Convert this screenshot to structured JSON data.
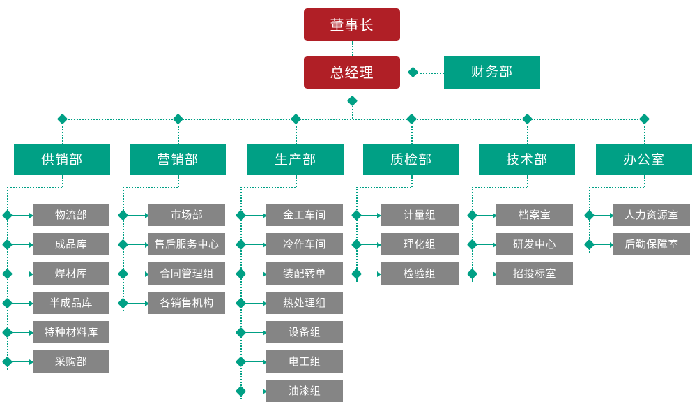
{
  "chart": {
    "type": "org-chart",
    "title": "",
    "colors": {
      "executive": "#B01F26",
      "department": "#00A085",
      "subunit": "#858585",
      "connector": "#00A085",
      "text": "#FFFFFF",
      "background": "#FFFFFF"
    },
    "executive": {
      "chairman": "董事长",
      "general_manager": "总经理"
    },
    "staff_unit": {
      "label": "财务部"
    },
    "departments": [
      {
        "label": "供销部",
        "children": [
          "物流部",
          "成品库",
          "焊材库",
          "半成品库",
          "特种材料库",
          "采购部"
        ]
      },
      {
        "label": "营销部",
        "children": [
          "市场部",
          "售后服务中心",
          "合同管理组",
          "各销售机构"
        ]
      },
      {
        "label": "生产部",
        "children": [
          "金工车间",
          "冷作车间",
          "装配转单",
          "热处理组",
          "设备组",
          "电工组",
          "油漆组"
        ]
      },
      {
        "label": "质检部",
        "children": [
          "计量组",
          "理化组",
          "检验组"
        ]
      },
      {
        "label": "技术部",
        "children": [
          "档案室",
          "研发中心",
          "招投标室"
        ]
      },
      {
        "label": "办公室",
        "children": [
          "人力资源室",
          "后勤保障室"
        ]
      }
    ]
  }
}
